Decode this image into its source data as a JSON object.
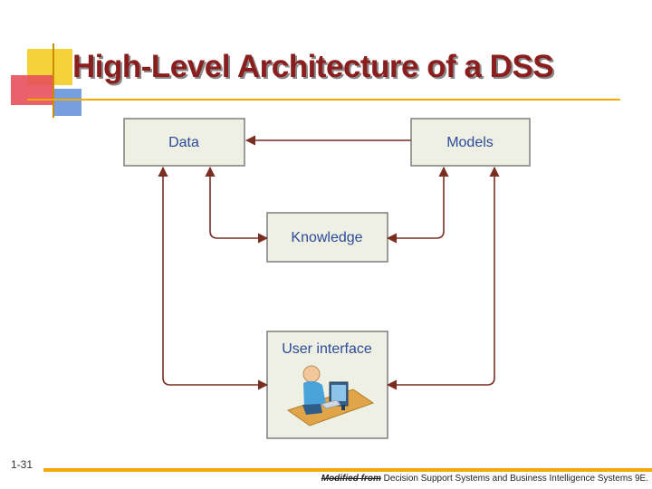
{
  "slide": {
    "title": "High-Level Architecture of a DSS",
    "number": "1-31"
  },
  "diagram": {
    "boxes": {
      "data": "Data",
      "models": "Models",
      "knowledge": "Knowledge",
      "user_interface": "User interface"
    },
    "colors": {
      "box_fill": "#eef0e4",
      "box_border": "#7f7f7f",
      "arrow": "#7a2e22",
      "label": "#2c4a9a"
    },
    "illustration": "user-at-computer-icon"
  },
  "footer": {
    "prefix": "Modified from",
    "source": " Decision Support Systems and Business Intelligence Systems 9E."
  },
  "decoration": {
    "accent_yellow": "#f6d23a",
    "accent_red": "#e8505b",
    "accent_blue": "#4a7fd6",
    "rule_color": "#f2a900"
  }
}
